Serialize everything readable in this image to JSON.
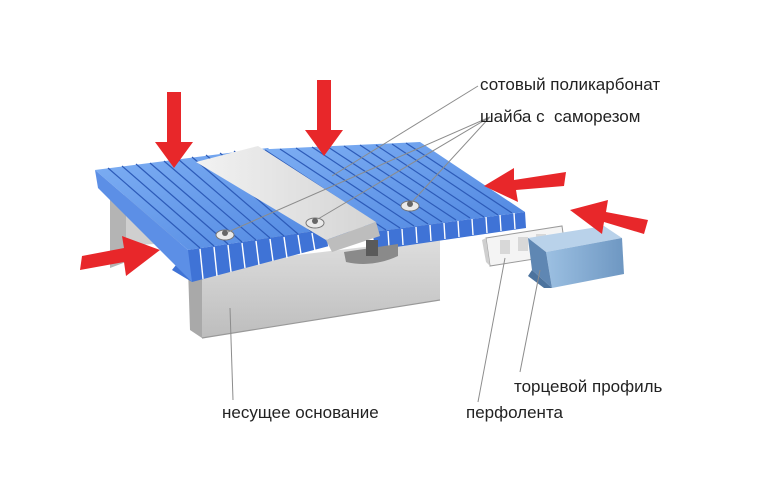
{
  "labels": {
    "polycarbonate": "сотовый поликарбонат",
    "washer": "шайба с  саморезом",
    "end_profile": "торцевой профиль",
    "base": "несущее основание",
    "perfotape": "перфолента"
  },
  "colors": {
    "arrow": "#e8272a",
    "panel_blue": "#6f9ee8",
    "panel_edge": "#2f62c4",
    "connector": "#dcdcdc",
    "base": "#d6d6d6",
    "end_profile": "#8eb3d6"
  }
}
